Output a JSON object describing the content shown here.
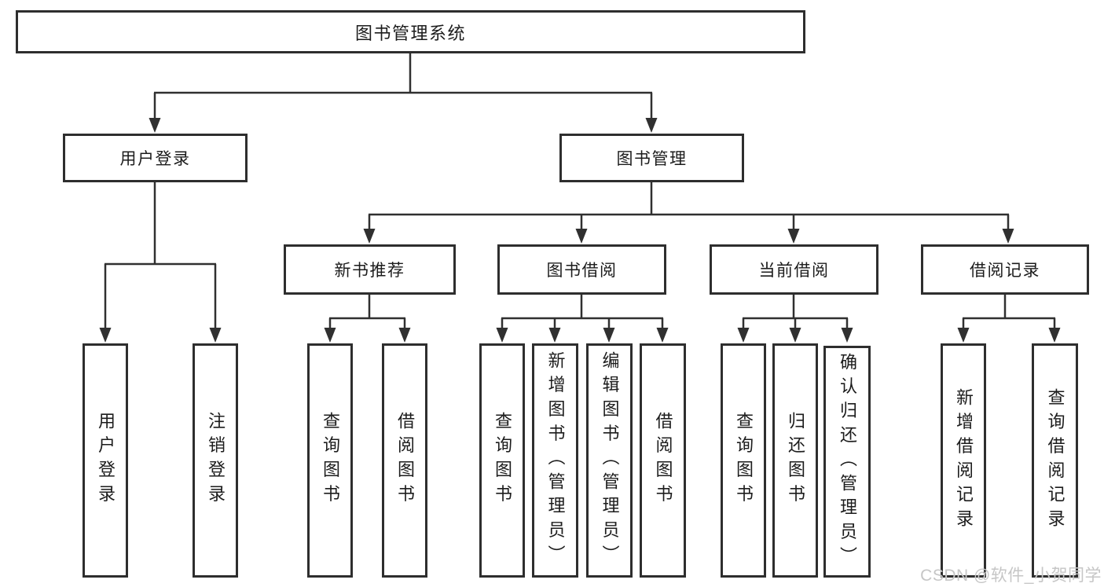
{
  "tree": {
    "label": "图书管理系统",
    "children": [
      {
        "label": "用户登录",
        "children": [
          {
            "label": "用户登录"
          },
          {
            "label": "注销登录"
          }
        ]
      },
      {
        "label": "图书管理",
        "children": [
          {
            "label": "新书推荐",
            "children": [
              {
                "label": "查询图书"
              },
              {
                "label": "借阅图书"
              }
            ]
          },
          {
            "label": "图书借阅",
            "children": [
              {
                "label": "查询图书"
              },
              {
                "label": "新增图书（管理员）"
              },
              {
                "label": "编辑图书（管理员）"
              },
              {
                "label": "借阅图书"
              }
            ]
          },
          {
            "label": "当前借阅",
            "children": [
              {
                "label": "查询图书"
              },
              {
                "label": "归还图书"
              },
              {
                "label": "确认归还（管理员）"
              }
            ]
          },
          {
            "label": "借阅记录",
            "children": [
              {
                "label": "新增借阅记录"
              },
              {
                "label": "查询借阅记录"
              }
            ]
          }
        ]
      }
    ]
  },
  "watermark": {
    "text": "CSDN @软件_小贺同学"
  },
  "colors": {
    "line": "#303030",
    "box_border": "#2e2e2e",
    "text": "#1c1c1c",
    "watermark": "#c6c6c6",
    "background": "#ffffff"
  }
}
